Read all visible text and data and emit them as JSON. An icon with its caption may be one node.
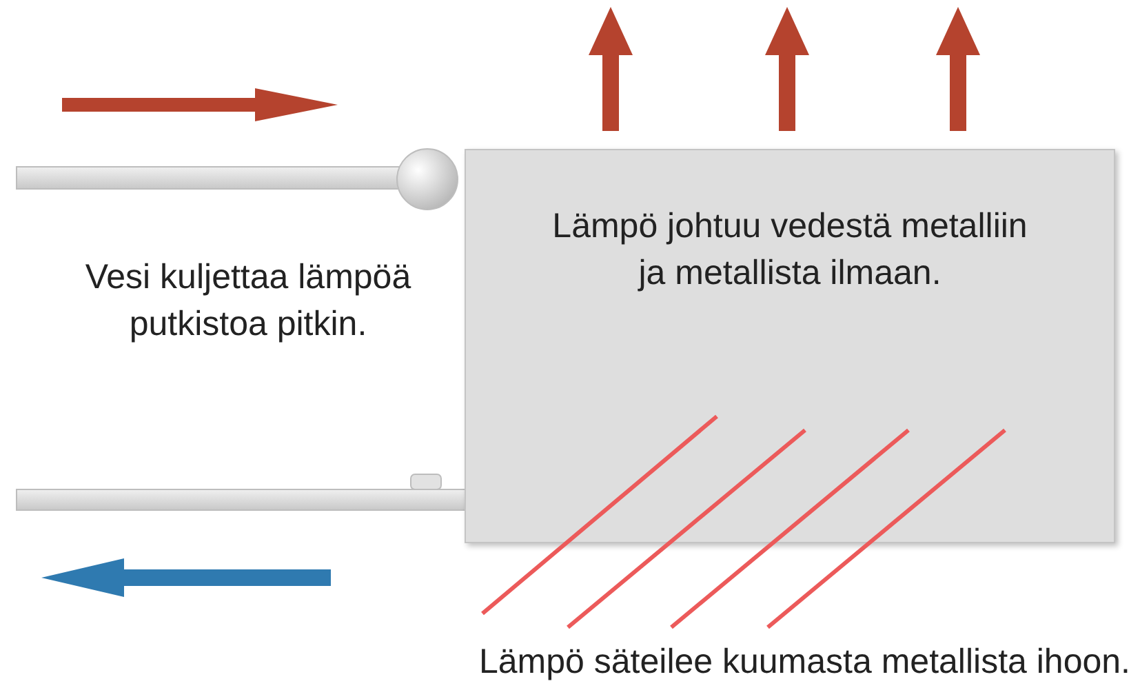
{
  "diagram": {
    "nodes": [
      {
        "text": [
          "Lämpö johtuu vedestä metalliin ja metallista ilmaan."
        ]
      }
    ],
    "labels": [
      "Vesi kuljettaa lämpöä putkistoa pitkin.",
      "Lämpö säteilee kuumasta metallista ihoon."
    ]
  }
}
